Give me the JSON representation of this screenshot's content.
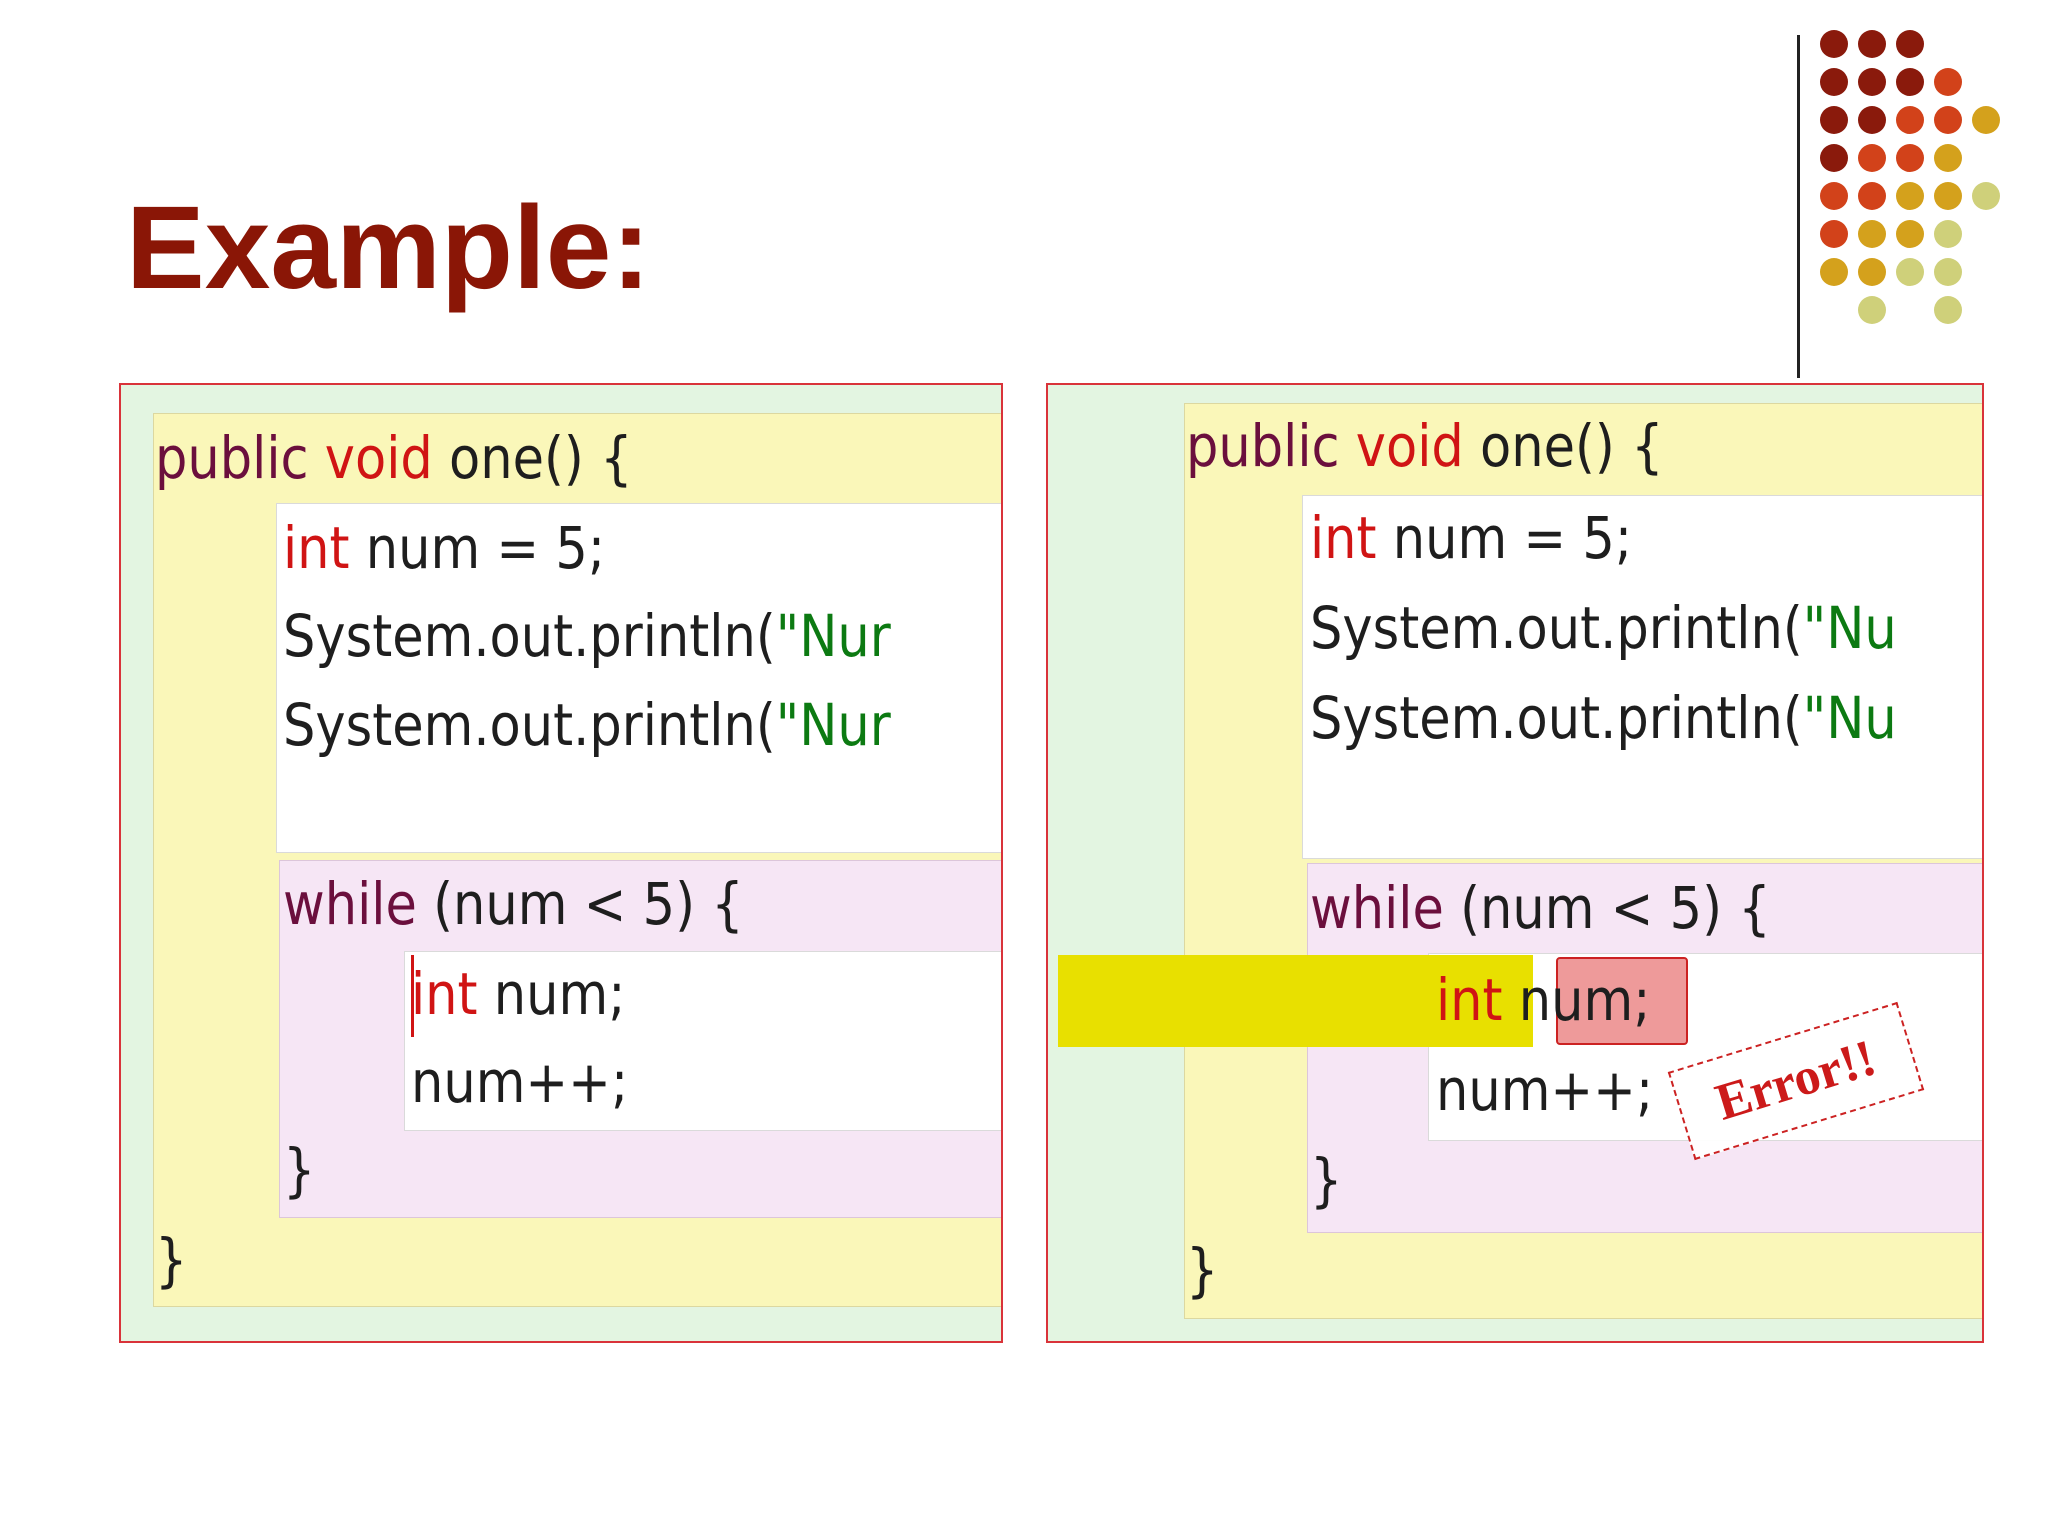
{
  "slide": {
    "title": "Example:"
  },
  "left_panel": {
    "line1": {
      "kw1": "public",
      "kw2": "void",
      "rest": " one() {"
    },
    "line2": {
      "kw": "int",
      "rest": " num = 5;"
    },
    "line3": {
      "code": "System.out.println(",
      "str": "\"Nur"
    },
    "line4": {
      "code": "System.out.println(",
      "str": "\"Nur"
    },
    "line5": {
      "kw": "while",
      "rest": " (num < 5) {"
    },
    "line6": {
      "kw": "int",
      "rest": " num;"
    },
    "line7": {
      "code": "num++;"
    },
    "line8": {
      "code": "}"
    },
    "line9": {
      "code": "}"
    }
  },
  "right_panel": {
    "line1": {
      "kw1": "public",
      "kw2": "void",
      "rest": " one() {"
    },
    "line2": {
      "kw": "int",
      "rest": " num = 5;"
    },
    "line3": {
      "code": "System.out.println(",
      "str": "\"Nu"
    },
    "line4": {
      "code": "System.out.println(",
      "str": "\"Nu"
    },
    "line5": {
      "kw": "while",
      "rest": " (num < 5) {"
    },
    "line6": {
      "kw": "int",
      "err": "num;"
    },
    "line7": {
      "code": "num++;"
    },
    "line8": {
      "code": "}"
    },
    "line9": {
      "code": "}"
    },
    "error_label": "Error!!"
  },
  "colors": {
    "title": "#8a1606",
    "panel_border": "#d9333a",
    "keyword_public": "#6b0f3d",
    "keyword_red": "#d01414",
    "string": "#0c7a12",
    "highlight": "#e8e000",
    "dots": [
      "#8a1a0c",
      "#d2421a",
      "#d4a11c",
      "#cfd07a"
    ]
  }
}
